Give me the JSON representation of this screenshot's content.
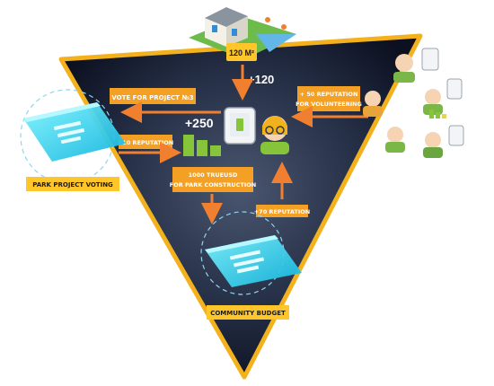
{
  "house": {
    "area_label": "120 M²"
  },
  "labels": {
    "plus_120": "+120",
    "plus_250": "+250",
    "vote_for_project": "VOTE FOR PROJECT №3",
    "plus_10_reputation": "+10 REPUTATION",
    "plus_50_line1": "+ 50 REPUTATION",
    "plus_50_line2": "FOR VOLUNTEERING",
    "trueusd_line1": "1000 TRUEUSD",
    "trueusd_line2": "FOR PARK CONSTRUCTION",
    "plus_70_reputation": "+70 REPUTATION"
  },
  "nodes": {
    "park_voting": "PARK PROJECT VOTING",
    "community_budget": "COMMUNITY BUDGET"
  },
  "colors": {
    "triangle_border": "#f3b21d",
    "label_bg": "#f3a024",
    "badge_bg": "#ffc62b",
    "arrow": "#f0802f",
    "screen_cyan": "#1fd3ee",
    "green": "#86c43a"
  }
}
